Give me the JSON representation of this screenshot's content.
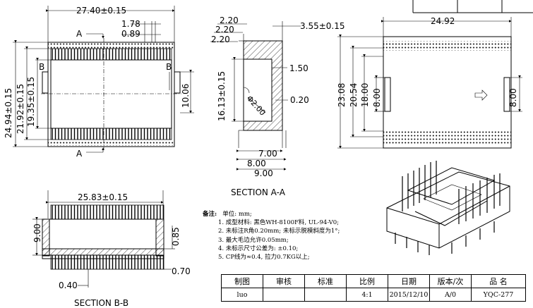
{
  "front_view": {
    "dims": {
      "overall_width": "27.40±0.15",
      "pin_pitch_offset": "1.78",
      "pin_offset_2": "0.89",
      "overall_height": "24.94±0.15",
      "inner_height": "21.92±0.15",
      "body_height": "19.35±0.15",
      "side_height": "10.06"
    },
    "section_labels": {
      "a_top": "A",
      "a_bottom": "A",
      "b_left": "B",
      "b_right": "B"
    }
  },
  "section_aa": {
    "title": "SECTION A-A",
    "dims": {
      "d1": "2.20",
      "d2": "2.20",
      "d3": "2.20",
      "d4": "3.55±0.15",
      "d5": "1.50",
      "d6": "16.13±0.15",
      "d7": "Φ2.00",
      "d8": "0.20",
      "d9": "7.00",
      "d10": "8.00",
      "d11": "9.00"
    }
  },
  "side_view": {
    "dims": {
      "width": "24.92",
      "h1": "23.08",
      "h2": "20.54",
      "h3": "18.00",
      "h4": "8.00",
      "h5": "8.00"
    }
  },
  "section_bb": {
    "title": "SECTION B-B",
    "dims": {
      "width": "25.83±0.15",
      "height": "9.00",
      "pin_dim": "0.85",
      "pin_len": "0.70",
      "pin_width": "0.40"
    }
  },
  "notes": {
    "title": "备注:",
    "unit": "单位: mm;",
    "items": [
      "1. 成型材料: 黑色WH-8100F料, UL-94-V0;",
      "2. 未标注R角0.20mm; 未标示脱模斜度为1°;",
      "3. 最大毛边允许0.05mm;",
      "4. 未标示尺寸公差为: ±0.10;",
      "5. CP线为≈0.4, 拉力0.7KG以上;"
    ]
  },
  "title_block": {
    "headers": [
      "制图",
      "审核",
      "标准",
      "比例",
      "日期",
      "版本/次",
      "品 名"
    ],
    "values": [
      "luo",
      "",
      "",
      "4:1",
      "2015/12/10",
      "A/0",
      "YQC-277"
    ]
  }
}
